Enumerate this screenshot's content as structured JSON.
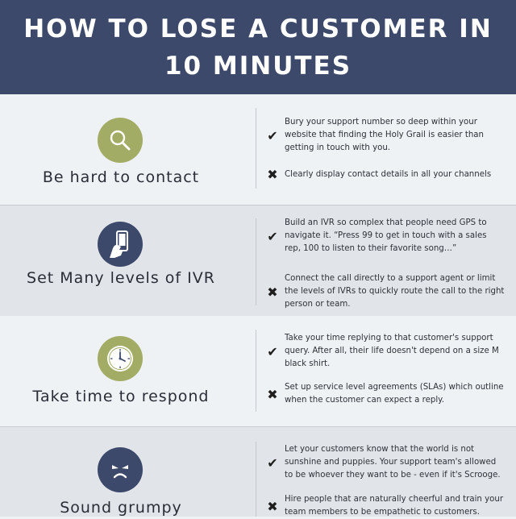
{
  "header": {
    "line1": "HOW TO LOSE A CUSTOMER IN",
    "line2": "10 MINUTES"
  },
  "sections": [
    {
      "title": "Be hard to contact",
      "icon": "magnifier-icon",
      "do_text": "Bury your support number so deep within your website that finding the Holy Grail is easier than getting in touch with you.",
      "dont_text": "Clearly display contact details in all your channels"
    },
    {
      "title": "Set Many levels of IVR",
      "icon": "phone-in-hand-icon",
      "do_text": "Build an IVR so complex that people need GPS to navigate it. “Press 99 to get in touch with a sales rep, 100 to listen to their favorite song…”",
      "dont_text": "Connect the call directly to a support agent or limit the levels of IVRs to quickly route the call to the right person or team."
    },
    {
      "title": "Take time to respond",
      "icon": "clock-icon",
      "do_text": "Take your time replying to that customer's support query. After all, their life doesn't depend on a size M black shirt.",
      "dont_text": "Set up service level agreements (SLAs) which outline when the customer can expect a reply."
    },
    {
      "title": "Sound grumpy",
      "icon": "angry-face-icon",
      "do_text": "Let your customers know that the world is not sunshine and puppies. Your support team's allowed to be whoever they want to be - even if it's Scrooge.",
      "dont_text": "Hire people that are naturally cheerful and train your team members to be empathetic to customers."
    }
  ],
  "marks": {
    "check": "✔",
    "cross": "✖"
  },
  "colors": {
    "header_bg": "#3d496b",
    "accent_green": "#a3ac65",
    "accent_navy": "#3d496b"
  }
}
